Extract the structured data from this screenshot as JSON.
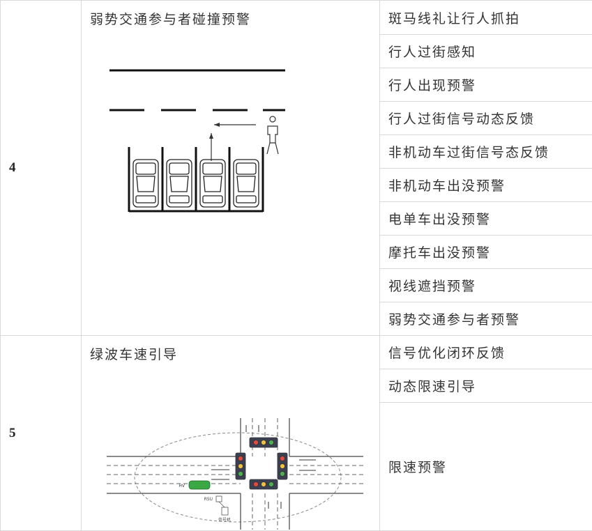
{
  "rows": [
    {
      "num": "4",
      "scene": "弱势交通参与者碰撞预警",
      "features": [
        "斑马线礼让行人抓拍",
        "行人过街感知",
        "行人出现预警",
        "行人过街信号动态反馈",
        "非机动车过街信号态反馈",
        "非机动车出没预警",
        "电单车出没预警",
        "摩托车出没预警",
        "视线遮挡预警",
        "弱势交通参与者预警"
      ]
    },
    {
      "num": "5",
      "scene": "绿波车速引导",
      "features": [
        "信号优化闭环反馈",
        "动态限速引导",
        "限速预警"
      ],
      "diagram_labels": {
        "hv": "HV",
        "rsu": "RSU",
        "signal": "信号机"
      }
    }
  ]
}
